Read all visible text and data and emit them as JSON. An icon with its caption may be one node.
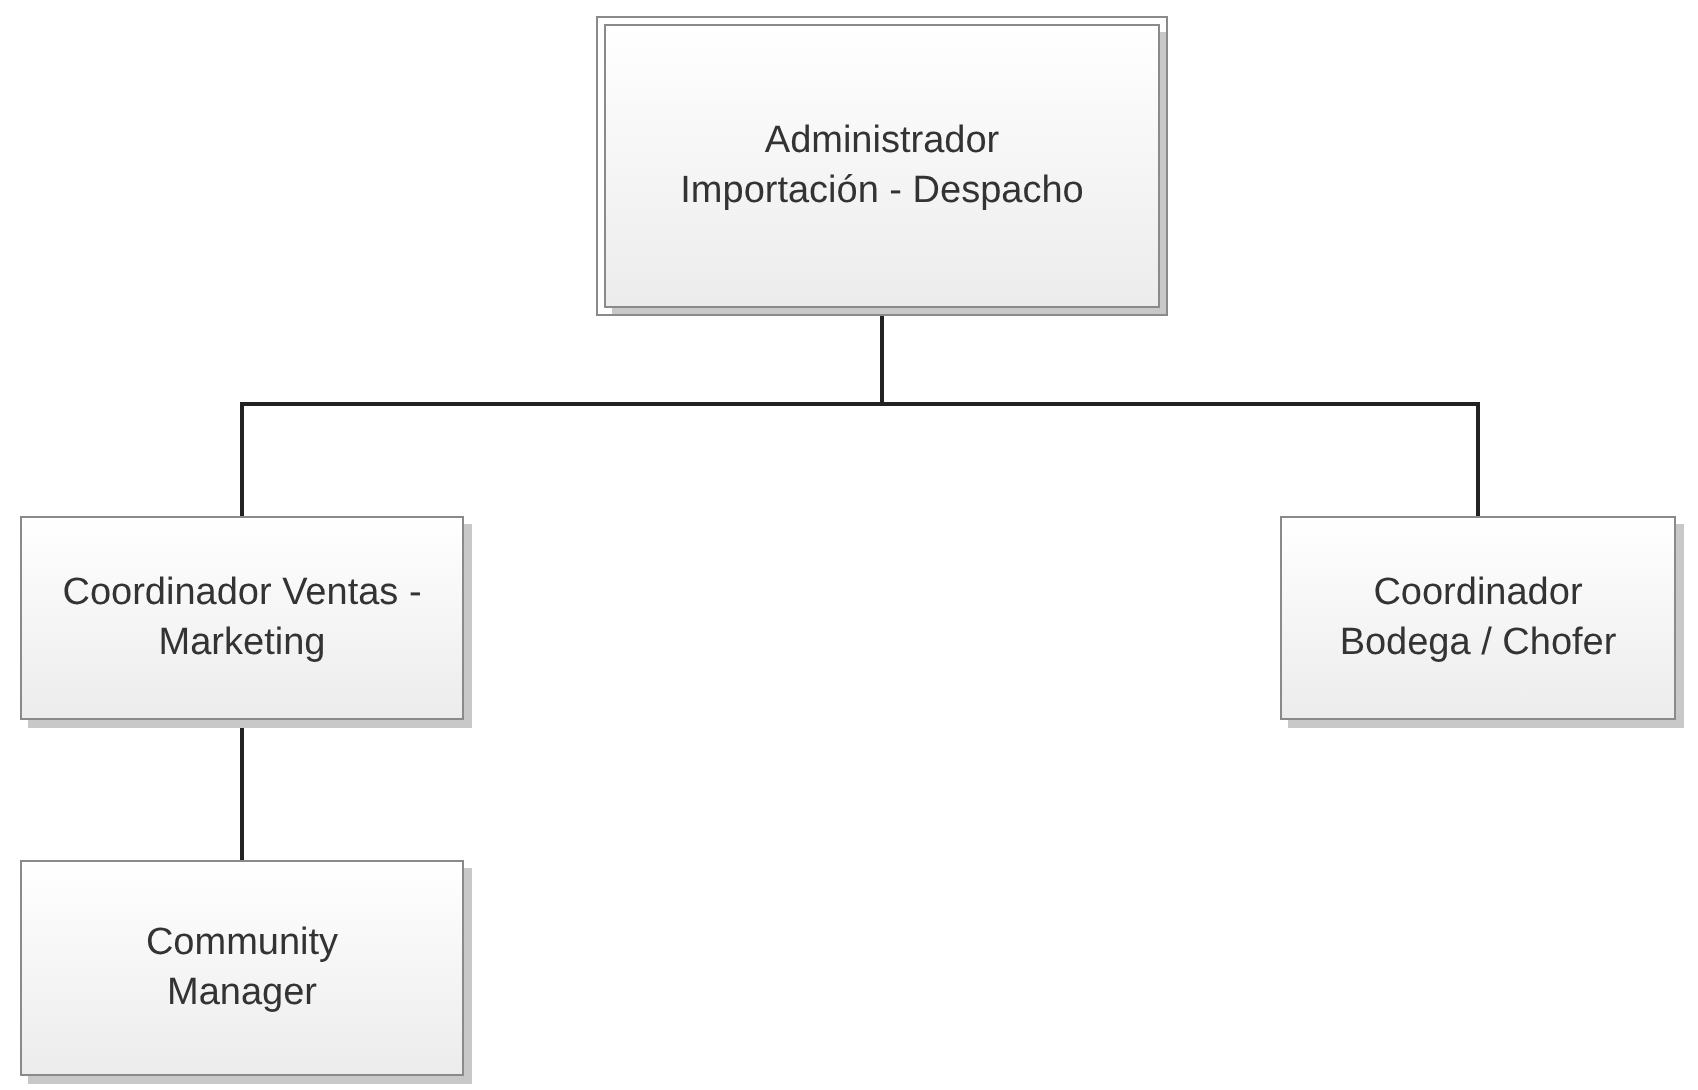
{
  "diagram": {
    "nodes": [
      {
        "text": [
          "Administrador Importación - Despacho"
        ]
      },
      {
        "text": [
          "Coordinador Ventas - Marketing"
        ]
      },
      {
        "text": [
          "Coordinador Bodega / Chofer"
        ]
      },
      {
        "text": [
          "Community Manager"
        ]
      }
    ],
    "edges": [
      {
        "from": 0,
        "to": 1,
        "arrow": "none"
      },
      {
        "from": 0,
        "to": 2,
        "arrow": "none"
      },
      {
        "from": 1,
        "to": 3,
        "arrow": "none"
      }
    ]
  }
}
